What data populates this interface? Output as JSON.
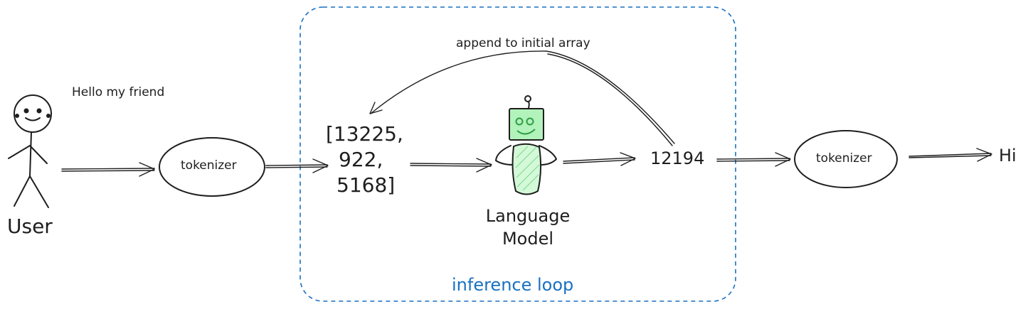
{
  "diagram": {
    "user": {
      "label": "User",
      "message": "Hello my friend"
    },
    "tokenizer_in": {
      "label": "tokenizer"
    },
    "token_array": {
      "line1": "[13225,",
      "line2": "922,",
      "line3": "5168]"
    },
    "model": {
      "line1": "Language",
      "line2": "Model"
    },
    "output_token": "12194",
    "feedback_label": "append to initial array",
    "loop_label": "inference loop",
    "tokenizer_out": {
      "label": "tokenizer"
    },
    "final_output": "Hi"
  },
  "colors": {
    "ink": "#1e1e1e",
    "loop_border": "#1971c2",
    "robot_head": "#b2f2bb",
    "robot_eyes": "#2f9e44"
  }
}
